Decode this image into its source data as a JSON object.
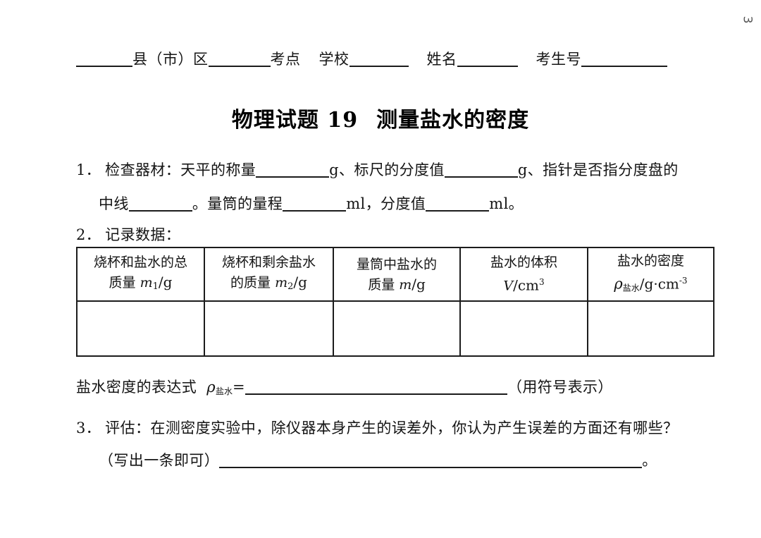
{
  "page": {
    "page_number": "3",
    "background": "#ffffff",
    "ink_color": "#141414"
  },
  "id_header": {
    "blank1": "",
    "label_county": "县（市）区",
    "blank2": "",
    "label_exam_site": "考点",
    "label_school": "学校",
    "blank3": "",
    "label_name": "姓名",
    "blank4": "",
    "label_student_id": "考生号",
    "blank5": ""
  },
  "title": {
    "main": "物理试题 19",
    "sub": "测量盐水的密度"
  },
  "questions": [
    {
      "number": "1．",
      "line1_prefix": "检查器材：天平的称量",
      "line1_unit1": "g、标尺的分度值",
      "line1_unit2": "g、指针是否指分度盘的",
      "line2_prefix": "中线",
      "line2_mid": "。量筒的量程",
      "line2_unit1": "ml，分度值",
      "line2_unit2": "ml。"
    },
    {
      "number": "2．",
      "text": "记录数据："
    },
    {
      "number": "3．",
      "line1": "评估：在测密度实验中，除仪器本身产生的误差外，你认为产生误差的方面还有哪些？",
      "line2_prefix": "（写出一条即可）",
      "line2_suffix": "。"
    }
  ],
  "table": {
    "columns": [
      {
        "line1": "烧杯和盐水的总",
        "line2_cn": "质量 ",
        "symbol": "m",
        "subscript": "1",
        "unit": "/g"
      },
      {
        "line1": "烧杯和剩余盐水",
        "line2_cn": "的质量 ",
        "symbol": "m",
        "subscript": "2",
        "unit": "/g"
      },
      {
        "line1": "量筒中盐水的",
        "line2_cn": "质量 ",
        "symbol": "m",
        "subscript": "",
        "unit": "/g"
      },
      {
        "line1": "盐水的体积",
        "line2_cn": "",
        "symbol": "V",
        "subscript": "",
        "unit": "/cm",
        "superscript": "3"
      },
      {
        "line1": "盐水的密度",
        "line2_cn": "",
        "symbol": "ρ",
        "subscript_cn": "盐水",
        "unit": "/g·cm",
        "superscript": "-3"
      }
    ],
    "rows": [
      {
        "cells": [
          "",
          "",
          "",
          "",
          ""
        ]
      }
    ]
  },
  "expression": {
    "label": "盐水密度的表达式",
    "rho": "ρ",
    "rho_subscript": "盐水",
    "equals": "=",
    "answer": "",
    "note": "（用符号表示）"
  }
}
